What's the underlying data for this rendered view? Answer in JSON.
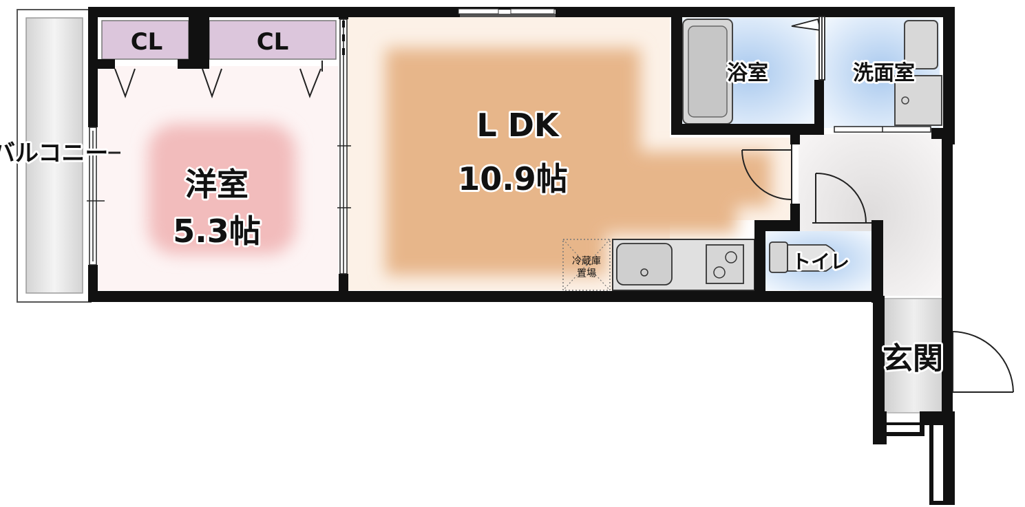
{
  "rooms": {
    "balcony": {
      "label": "バルコニー"
    },
    "closet_left": {
      "label": "CL"
    },
    "closet_right": {
      "label": "CL"
    },
    "western_room": {
      "label": "洋室",
      "size": "5.3帖"
    },
    "ldk": {
      "label": "L DK",
      "size": "10.9帖"
    },
    "bathroom": {
      "label": "浴室"
    },
    "washroom": {
      "label": "洗面室"
    },
    "toilet": {
      "label": "トイレ"
    },
    "entrance": {
      "label": "玄関"
    }
  },
  "fridge_space": {
    "line1": "冷蔵庫",
    "line2": "置場"
  },
  "colors": {
    "wall": "#111111",
    "western_room": "#f2c4c4",
    "ldk": "#e7b98c",
    "wet_area": "#b9d5f2",
    "closet": "#dcc3dc",
    "corridor": "#e8dcdc",
    "fixture": "#cfcfcf"
  }
}
